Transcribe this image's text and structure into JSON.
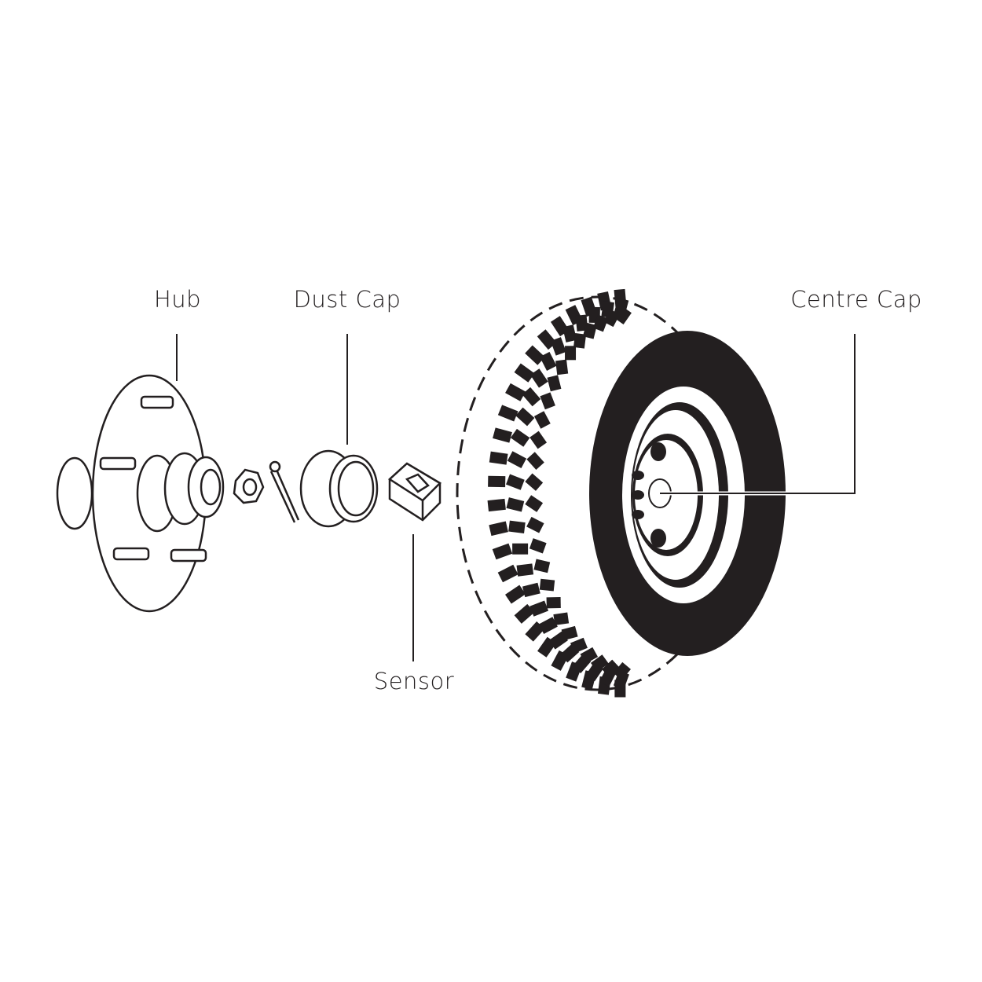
{
  "labels": {
    "hub": "Hub",
    "dust_cap": "Dust Cap",
    "centre_cap": "Centre Cap",
    "sensor": "Sensor"
  },
  "colors": {
    "ink": "#231f20",
    "background": "#ffffff"
  }
}
